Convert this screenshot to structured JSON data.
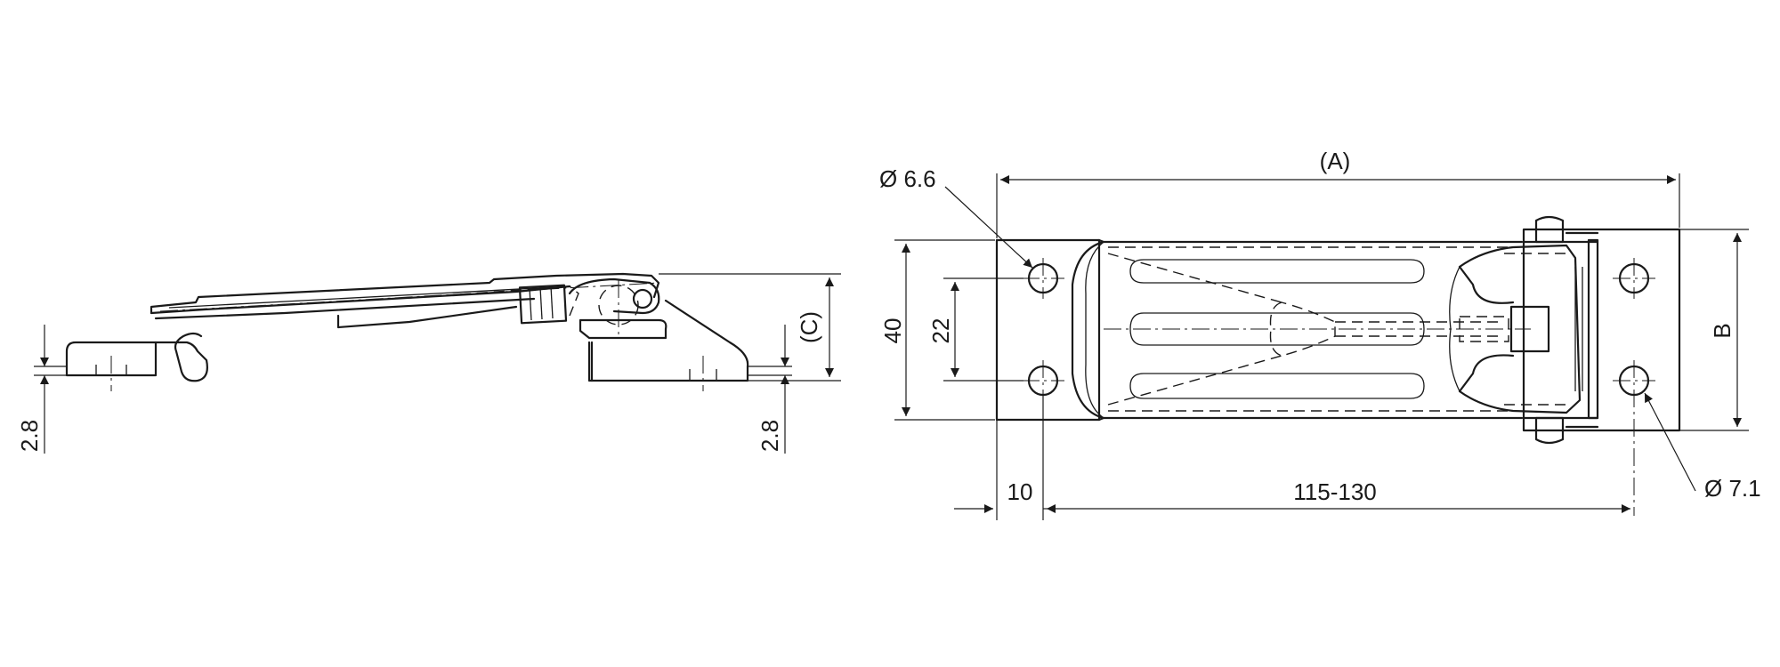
{
  "side_view": {
    "dim_left": "2.8",
    "dim_right": "2.8",
    "dim_height": "(C)"
  },
  "top_view": {
    "dim_length": "(A)",
    "dim_width": "B",
    "dim_total_height": "40",
    "dim_hole_spacing": "22",
    "dim_edge_offset": "10",
    "dim_hole_range": "115-130",
    "dim_hole_dia_left": "Ø 6.6",
    "dim_hole_dia_right": "Ø 7.1"
  },
  "colors": {
    "line": "#1a1a1a",
    "background": "#ffffff"
  }
}
